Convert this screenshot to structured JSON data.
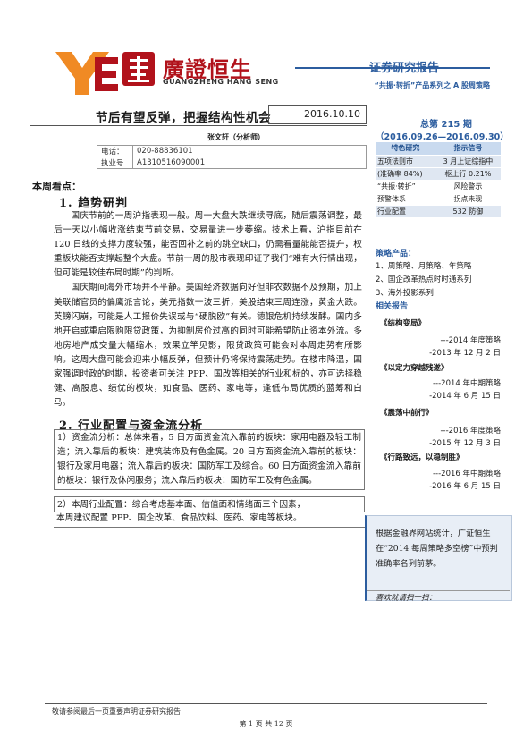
{
  "header": {
    "brand_cn": "廣證恒生",
    "brand_en": "GUANGZHENG HANG SENG",
    "report_type": "证券研究报告",
    "series_name": "“共振·转折”产品系列之 A 股周策略"
  },
  "title": {
    "main": "节后有望反弹，把握结构性机会",
    "date": "2016.10.10"
  },
  "author": {
    "name": "张文轩（分析师）",
    "phone_label": "电话：",
    "phone": "020-88836101",
    "license_label": "执业号",
    "license": "A1310516090001"
  },
  "body": {
    "focus_label": "本周看点：",
    "sec1_title": "1. 趋势研判",
    "para1_a": "国庆节前的一周沪指表现一般。周一大盘大跌继续寻底，随后震荡调整，最后一天以小幅收涨结束节前交易，交易量进一步萎缩。技术上看，沪指目前在 120 日线的支撑力度较强，能否回补之前的跳空缺口，仍需看量能能否提升，权重板块能否支撑起整个大盘。节前一周的股市表现印证了我们“难有大行情出现，但可能是较佳布局时期”的判断。",
    "para1_b": "国庆期间海外市场并不平静。美国经济数据向好但非农数据不及预期，加上美联储官员的偏鹰派言论，美元指数一波三折，美股结束三周连涨，黄金大跌。英镑闪崩，可能是人工报价失误或与“硬脱欧”有关。德银危机持续发酵。国内多地开启或重启限购限贷政策，为抑制房价过高的同时可能希望防止资本外流。多地房地产成交量大幅缩水，效果立竿见影，限贷政策可能会对本周走势有所影响。这周大盘可能会迎来小幅反弹，但预计仍将保持震荡走势。在楼市降温，国家强调时政的时期，投资者可关注 PPP、国改等相关的行业和标的，亦可选择稳健、高股息、绩优的板块，如食品、医药、家电等，逢低布局优质的蓝筹和白马。",
    "sec2_title": "2. 行业配置与资金流分析",
    "flow_text": "1）资金流分析：总体来看，5 日方面资金流入靠前的板块：家用电器及轻工制造；流入靠后的板块：建筑装饰及有色金属。20 日方面资金流入靠前的板块：银行及家用电器；流入靠后的板块：国防军工及综合。60 日方面资金流入靠前的板块：银行及休闲服务；流入靠后的板块：国防军工及有色金属。",
    "cfg_line1": "2）本周行业配置：综合考虑基本面、估值面和情绪面三个因素，",
    "cfg_line2": "本周建议配置 PPP、国企改革、食品饮料、医药、家电等板块。"
  },
  "sidebar": {
    "issue_no": "总第 215 期",
    "issue_range": "（2016.09.26—2016.09.30）",
    "table_headers": [
      "特色研究",
      "指示信号"
    ],
    "rows": [
      {
        "left": "五项法则市",
        "right": "3 月上证综指中"
      },
      {
        "left": "(准确率 84%)",
        "right": "枢上行 0.21%"
      },
      {
        "left": "“共振·转折”",
        "right": "风险警示"
      },
      {
        "left": "预警体系",
        "right": "拐点未现"
      },
      {
        "left": "行业配置",
        "right": "532 防御"
      }
    ],
    "strategy_heading": "策略产品：",
    "strategy_items": [
      "1、周策略、月策略、年策略",
      "2、国企改革热点时时通系列",
      "3、海外投影系列"
    ],
    "related_heading": "相关报告",
    "related": [
      {
        "title": "《结构变局》",
        "sub1": "---2014 年度策略",
        "sub2": "-2013 年 12 月 2 日"
      },
      {
        "title": "《以定力穿越残遂》",
        "sub1": "---2014 年中期策略",
        "sub2": "-2014 年 6 月 15 日"
      },
      {
        "title": "《震荡中前行》",
        "sub1": "---2016 年度策略",
        "sub2": "-2015 年 12 月 3 日"
      },
      {
        "title": "《行路致远，以稳制胜》",
        "sub1": "---2016 年中期策略",
        "sub2": "-2016 年 6 月 15 日"
      }
    ],
    "note": "根据金融界网站统计，广证恒生在“2014 每周策略多空榜”中预判准确率名列前茅。",
    "scan_text": "喜欢就请扫一扫："
  },
  "footer": {
    "note": "敬请参阅最后一页重要声明证券研究报告",
    "page": "第 1 页 共 12 页"
  },
  "colors": {
    "brand_red": "#b1121b",
    "accent_blue": "#2c5d9f",
    "logo_orange": "#f08a24",
    "table_blue": "#c9daef"
  }
}
